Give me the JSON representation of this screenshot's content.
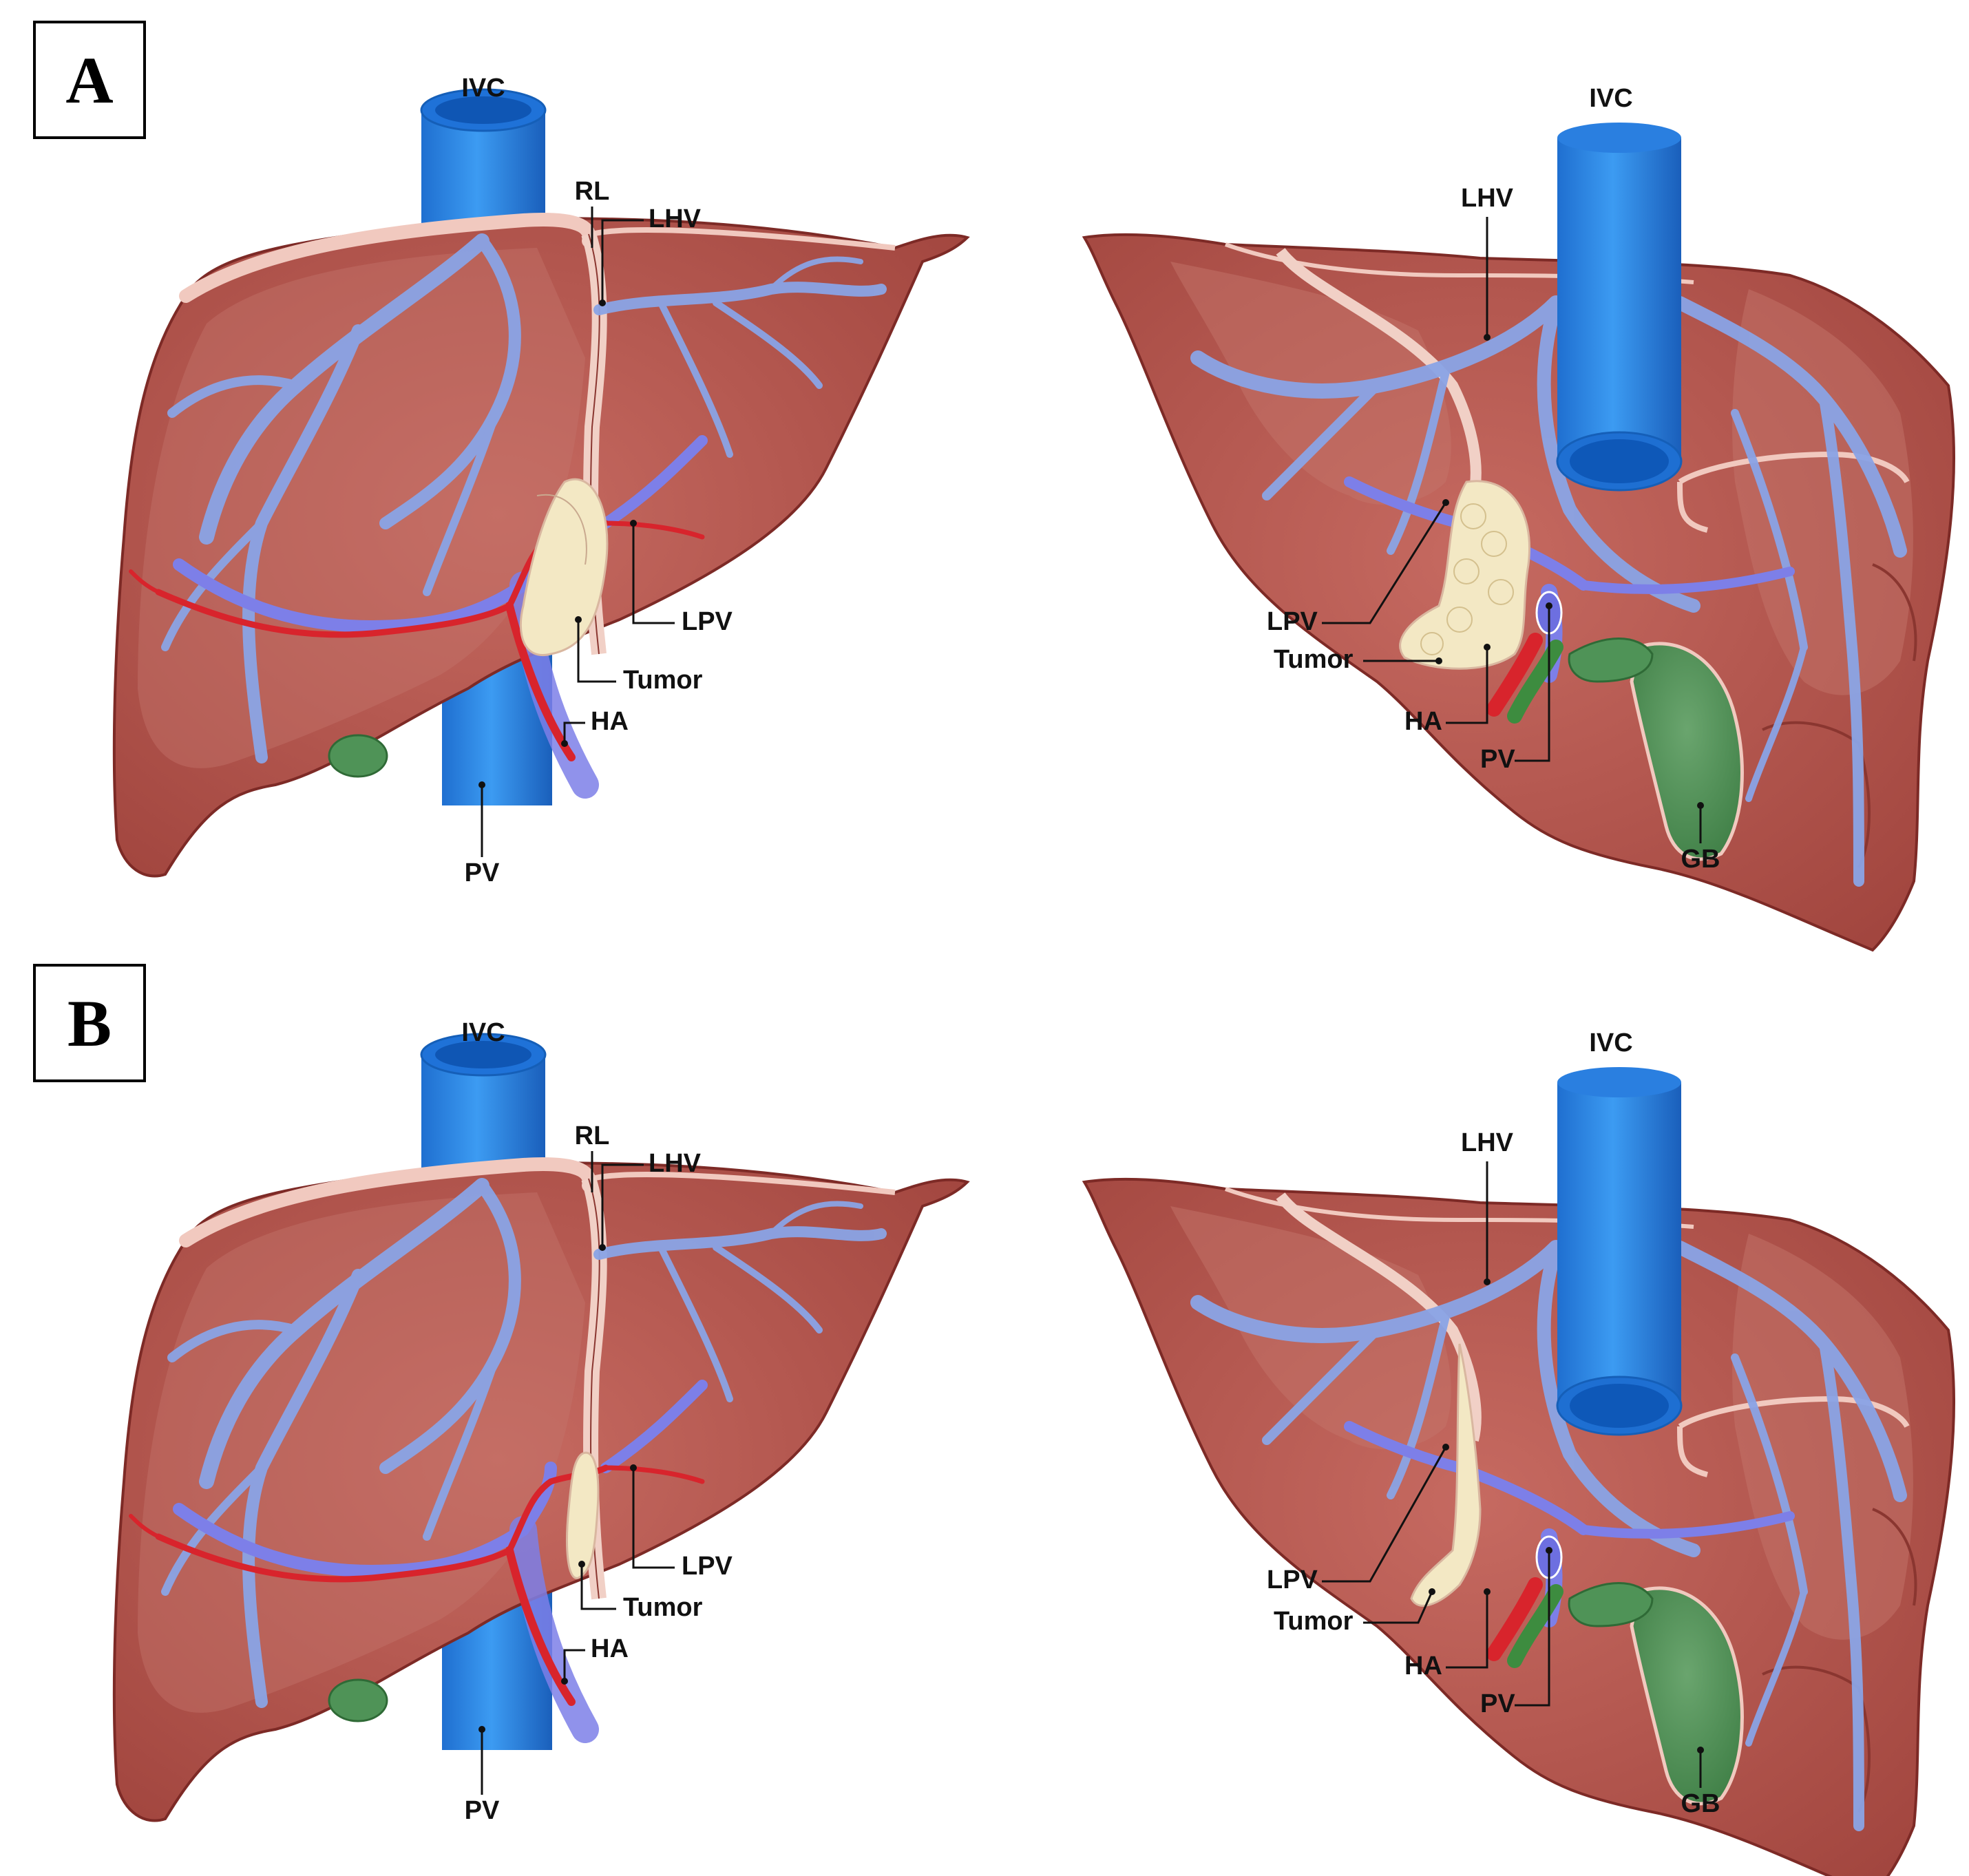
{
  "panels": [
    {
      "id": "A",
      "labels": {
        "anterior": {
          "ivc": "IVC",
          "rl": "RL",
          "lhv": "LHV",
          "lpv": "LPV",
          "tumor": "Tumor",
          "ha": "HA",
          "pv": "PV"
        },
        "inferior": {
          "ivc": "IVC",
          "lhv": "LHV",
          "lpv": "LPV",
          "tumor": "Tumor",
          "ha": "HA",
          "pv": "PV",
          "gb": "GB"
        }
      }
    },
    {
      "id": "B",
      "labels": {
        "anterior": {
          "ivc": "IVC",
          "rl": "RL",
          "lhv": "LHV",
          "lpv": "LPV",
          "tumor": "Tumor",
          "ha": "HA",
          "pv": "PV"
        },
        "inferior": {
          "ivc": "IVC",
          "lhv": "LHV",
          "lpv": "LPV",
          "tumor": "Tumor",
          "ha": "HA",
          "pv": "PV",
          "gb": "GB"
        }
      }
    }
  ],
  "colors": {
    "liver": "#b4574f",
    "liver_dark": "#7d2a26",
    "liver_light": "#cf8078",
    "capsule": "#f1c9bf",
    "vein": "#7f9ee6",
    "vein_dark": "#5b6fcb",
    "ivc": "#2f88e8",
    "artery": "#d8242c",
    "tumor": "#f3e8c4",
    "gallbladder": "#4f9357",
    "portal_inferior": "#3d8c3f"
  }
}
